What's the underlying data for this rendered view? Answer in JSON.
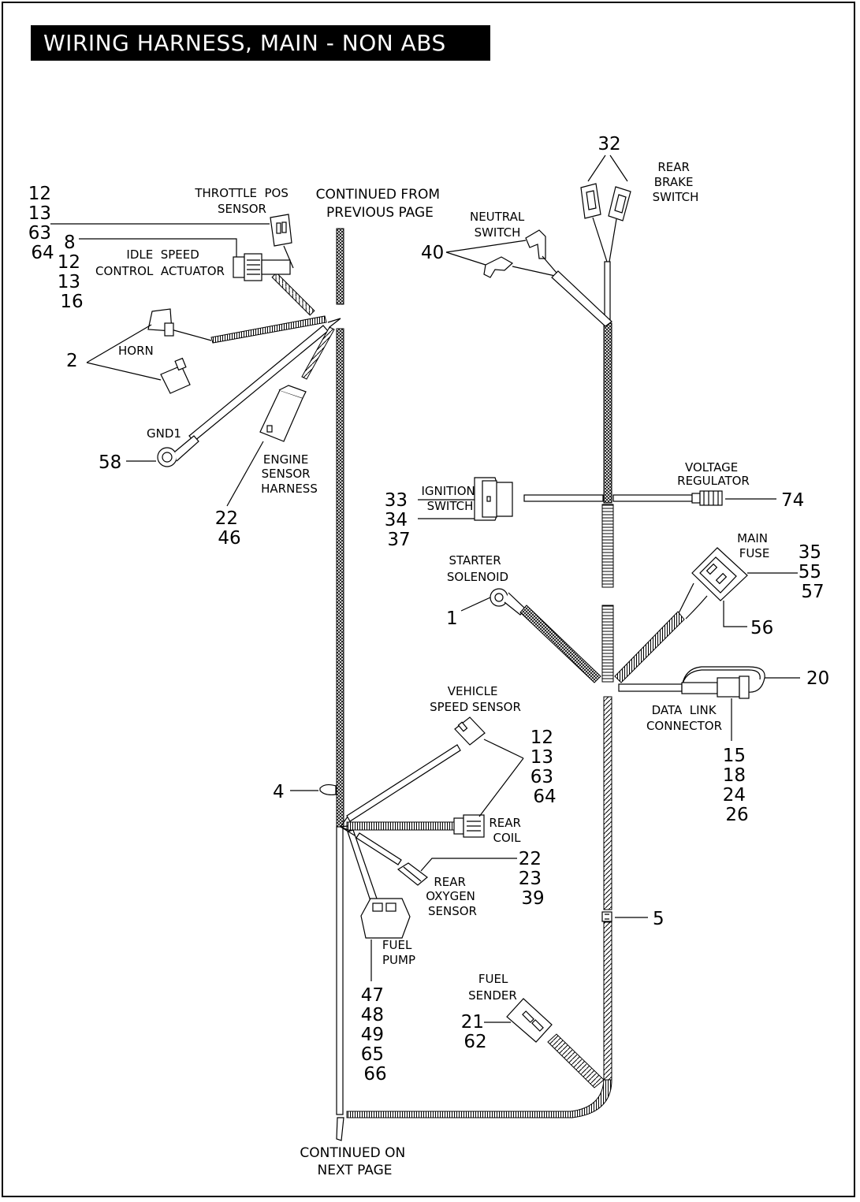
{
  "title": "WIRING HARNESS, MAIN - NON ABS",
  "labels": {
    "continued_from": [
      "CONTINUED FROM",
      "PREVIOUS PAGE"
    ],
    "continued_on": [
      "CONTINUED ON",
      "NEXT PAGE"
    ],
    "throttle_pos_sensor": [
      "THROTTLE  POS",
      "SENSOR"
    ],
    "idle_speed_control_actuator": [
      "IDLE  SPEED",
      "CONTROL  ACTUATOR"
    ],
    "horn": [
      "HORN"
    ],
    "gnd1": [
      "GND1"
    ],
    "engine_sensor_harness": [
      "ENGINE",
      "SENSOR",
      "HARNESS"
    ],
    "neutral_switch": [
      "NEUTRAL",
      "SWITCH"
    ],
    "rear_brake_switch": [
      "REAR",
      "BRAKE",
      "SWITCH"
    ],
    "ignition_switch": [
      "IGNITION",
      "SWITCH"
    ],
    "voltage_regulator": [
      "VOLTAGE",
      "REGULATOR"
    ],
    "starter_solenoid": [
      "STARTER",
      "SOLENOID"
    ],
    "main_fuse": [
      "MAIN",
      "FUSE"
    ],
    "data_link_connector": [
      "DATA  LINK",
      "CONNECTOR"
    ],
    "vehicle_speed_sensor": [
      "VEHICLE",
      "SPEED SENSOR"
    ],
    "rear_coil": [
      "REAR",
      "COIL"
    ],
    "rear_oxygen_sensor": [
      "REAR",
      "OXYGEN",
      "SENSOR"
    ],
    "fuel_pump": [
      "FUEL",
      "PUMP"
    ],
    "fuel_sender": [
      "FUEL",
      "SENDER"
    ]
  },
  "callouts": {
    "throttle_pos": [
      "12",
      "13",
      "63",
      "64"
    ],
    "idle_speed_a": [
      "8"
    ],
    "idle_speed_b": [
      "12",
      "13",
      "16"
    ],
    "horn": [
      "2"
    ],
    "gnd1": [
      "58"
    ],
    "engine_sensor_harness": [
      "22",
      "46"
    ],
    "rear_brake_switch": [
      "32"
    ],
    "neutral_switch": [
      "40"
    ],
    "ignition_switch": [
      "33",
      "34",
      "37"
    ],
    "voltage_regulator": [
      "74"
    ],
    "main_fuse": [
      "35",
      "55",
      "57"
    ],
    "main_fuse_b": [
      "56"
    ],
    "starter_solenoid": [
      "1"
    ],
    "data_link_a": [
      "20"
    ],
    "data_link_b": [
      "15",
      "18",
      "24",
      "26"
    ],
    "vehicle_speed_sensor": [
      "12",
      "13",
      "63",
      "64"
    ],
    "clip_left": [
      "4"
    ],
    "clip_right": [
      "5"
    ],
    "rear_oxygen_sensor": [
      "22",
      "23",
      "39"
    ],
    "fuel_pump": [
      "47",
      "48",
      "49",
      "65",
      "66"
    ],
    "fuel_sender": [
      "21",
      "62"
    ]
  }
}
